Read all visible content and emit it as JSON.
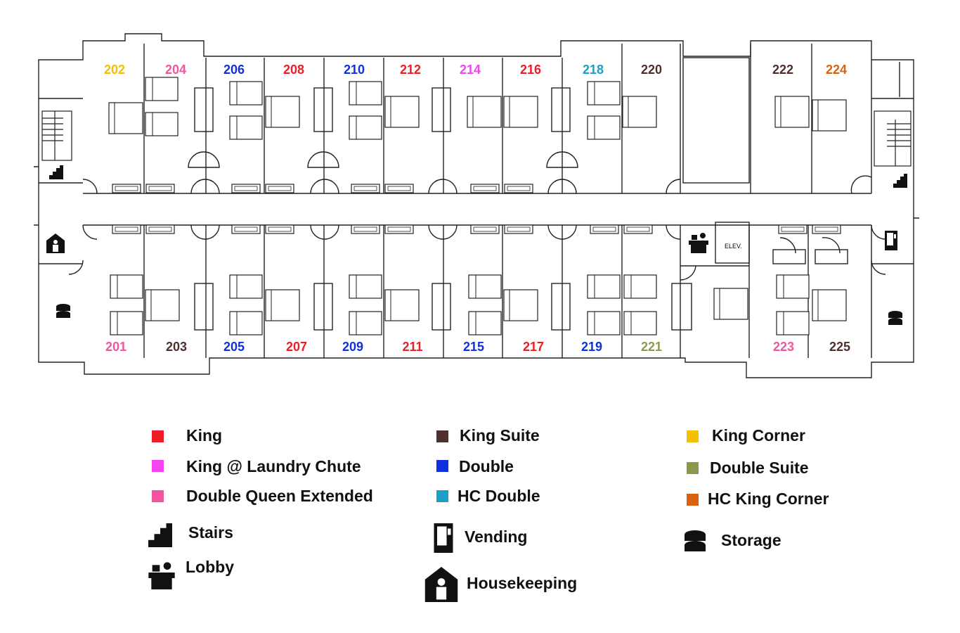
{
  "colors": {
    "king": "#ee1c25",
    "king_laundry": "#f542f5",
    "dq_extended": "#f0559e",
    "king_suite": "#4f2f2c",
    "double": "#1030e0",
    "hc_double": "#19a0c8",
    "king_corner": "#f5c000",
    "double_suite": "#8a9a4a",
    "hc_king_corner": "#d9620f"
  },
  "floorplan": {
    "top_rooms": [
      {
        "number": "202",
        "type": "king_corner"
      },
      {
        "number": "204",
        "type": "dq_extended"
      },
      {
        "number": "206",
        "type": "double"
      },
      {
        "number": "208",
        "type": "king"
      },
      {
        "number": "210",
        "type": "double"
      },
      {
        "number": "212",
        "type": "king"
      },
      {
        "number": "214",
        "type": "king_laundry"
      },
      {
        "number": "216",
        "type": "king"
      },
      {
        "number": "218",
        "type": "hc_double"
      },
      {
        "number": "220",
        "type": "king_suite"
      },
      {
        "number": "222",
        "type": "king_suite"
      },
      {
        "number": "224",
        "type": "hc_king_corner"
      }
    ],
    "bottom_rooms": [
      {
        "number": "201",
        "type": "dq_extended"
      },
      {
        "number": "203",
        "type": "king_suite"
      },
      {
        "number": "205",
        "type": "double"
      },
      {
        "number": "207",
        "type": "king"
      },
      {
        "number": "209",
        "type": "double"
      },
      {
        "number": "211",
        "type": "king"
      },
      {
        "number": "215",
        "type": "double"
      },
      {
        "number": "217",
        "type": "king"
      },
      {
        "number": "219",
        "type": "double"
      },
      {
        "number": "221",
        "type": "double_suite"
      },
      {
        "number": "223",
        "type": "dq_extended"
      },
      {
        "number": "225",
        "type": "king_suite"
      }
    ],
    "elevator_label": "ELEV.",
    "icons": [
      "stairs-icon",
      "housekeeping-icon",
      "storage-icon",
      "lobby-icon",
      "vending-icon"
    ]
  },
  "legend": {
    "king": "King",
    "king_laundry": "King @ Laundry Chute",
    "dq_extended": "Double Queen Extended",
    "king_suite": "King Suite",
    "double": "Double",
    "hc_double": "HC Double",
    "king_corner": "King Corner",
    "double_suite": "Double Suite",
    "hc_king_corner": "HC King Corner",
    "stairs": "Stairs",
    "lobby": "Lobby",
    "vending": "Vending",
    "housekeeping": "Housekeeping",
    "storage": "Storage"
  }
}
